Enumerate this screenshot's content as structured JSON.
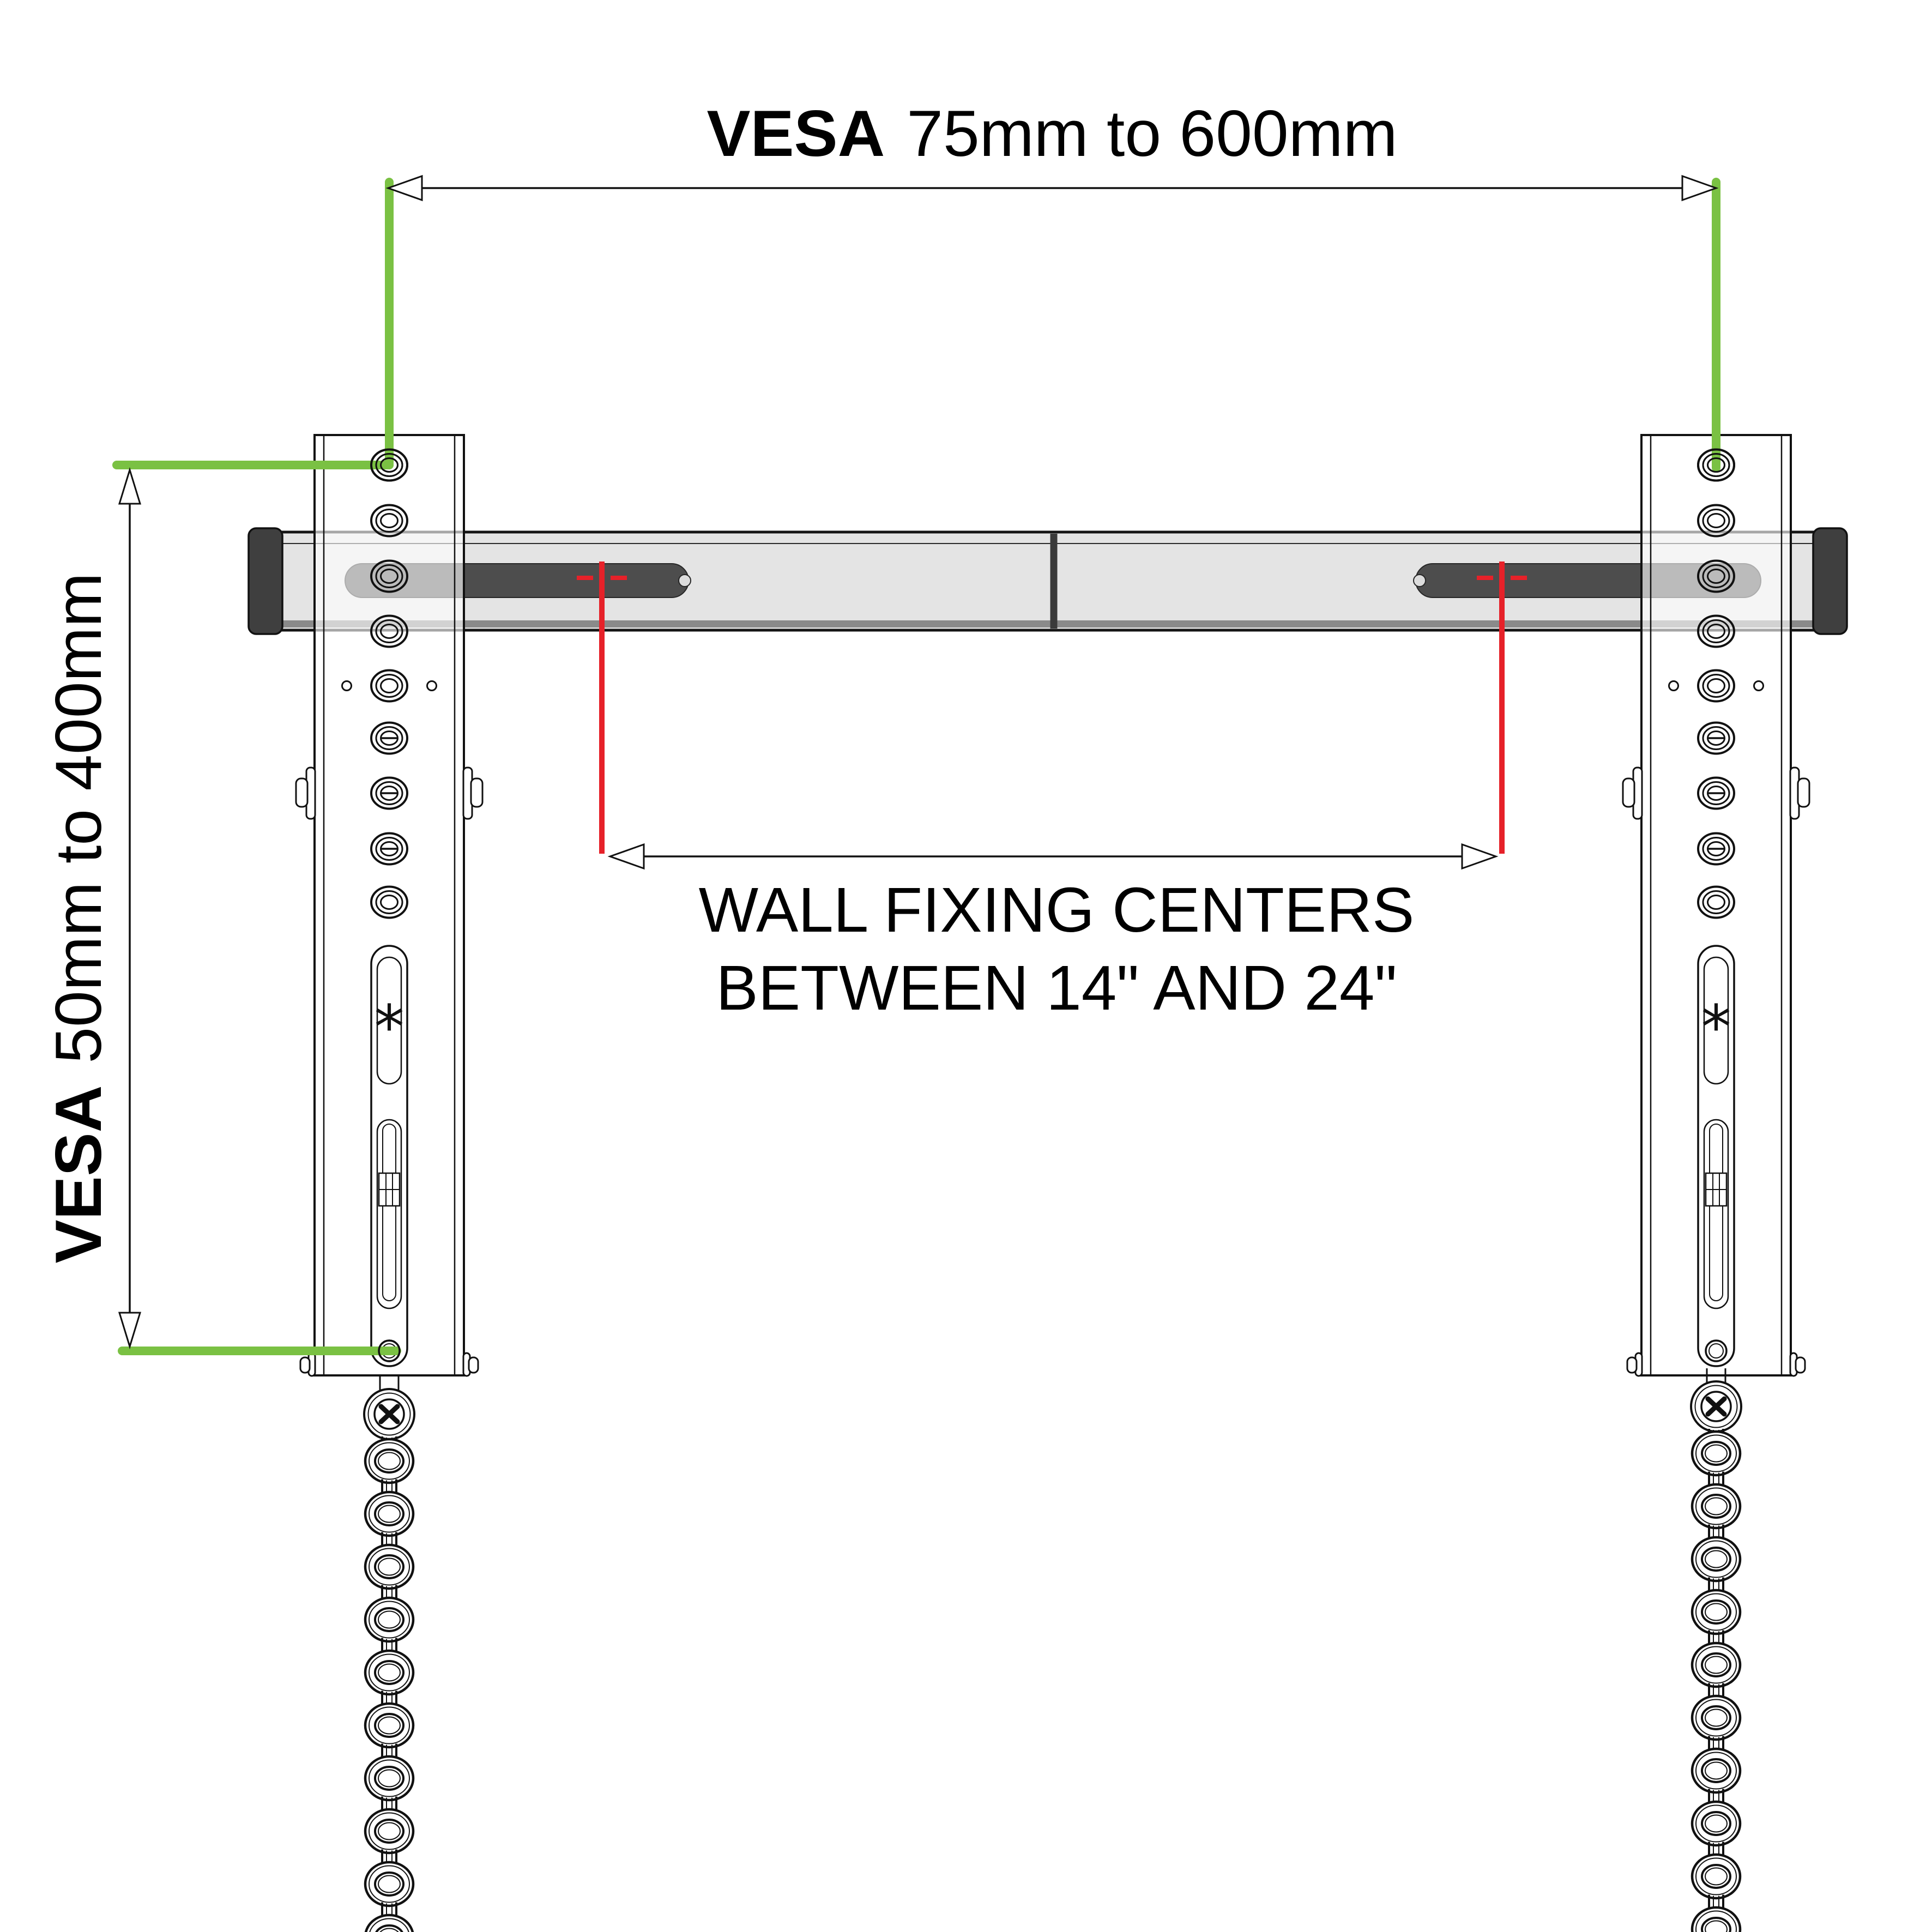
{
  "diagram": {
    "title": {
      "brand": "VESA",
      "range": "75mm to 600mm"
    },
    "side_label": {
      "brand": "VESA",
      "range": "50mm to 400mm"
    },
    "wall_fixing_note": {
      "line1": "WALL FIXING CENTERS",
      "line2": "BETWEEN 14\" AND 24\""
    },
    "slot_marker": "*",
    "colors": {
      "dimension_green": "#7ac143",
      "fixing_red": "#e62129",
      "rail_body": "#e4e4e4",
      "rail_slot": "#4d4d4d",
      "rail_cap": "#3f3f3f",
      "outline": "#111111"
    }
  }
}
